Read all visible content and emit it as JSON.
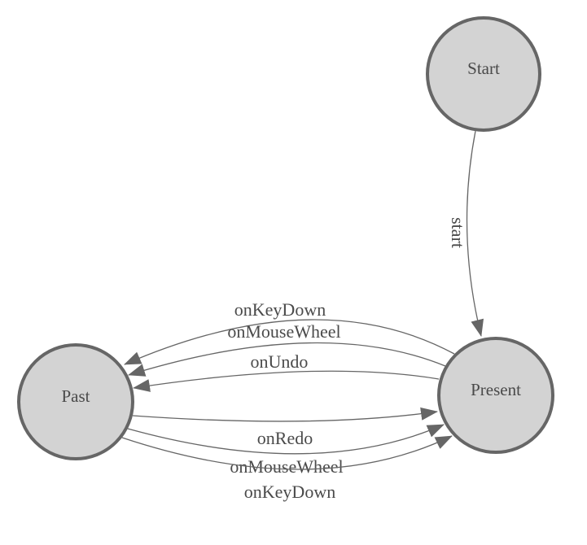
{
  "diagram": {
    "type": "state-machine",
    "nodes": [
      {
        "id": "start",
        "label": "Start"
      },
      {
        "id": "past",
        "label": "Past"
      },
      {
        "id": "present",
        "label": "Present"
      }
    ],
    "edges": [
      {
        "from": "start",
        "to": "present",
        "label": "start"
      },
      {
        "from": "present",
        "to": "past",
        "label": "onKeyDown"
      },
      {
        "from": "present",
        "to": "past",
        "label": "onMouseWheel"
      },
      {
        "from": "present",
        "to": "past",
        "label": "onUndo"
      },
      {
        "from": "past",
        "to": "present",
        "label": "onRedo"
      },
      {
        "from": "past",
        "to": "present",
        "label": "onMouseWheel"
      },
      {
        "from": "past",
        "to": "present",
        "label": "onKeyDown"
      }
    ]
  },
  "colors": {
    "background": "#ffffff",
    "node-fill": "#d3d3d3",
    "node-stroke": "#666666",
    "edge-stroke": "#666666",
    "arrow-fill": "#666666",
    "label-text": "#4a4a4a"
  }
}
